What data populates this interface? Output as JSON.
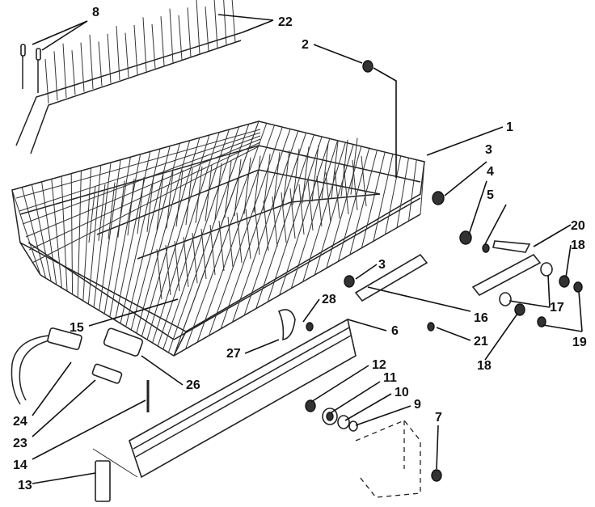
{
  "diagram": {
    "callouts": [
      {
        "id": "c1",
        "label": "1"
      },
      {
        "id": "c2",
        "label": "2"
      },
      {
        "id": "c3a",
        "label": "3"
      },
      {
        "id": "c3b",
        "label": "3"
      },
      {
        "id": "c4",
        "label": "4"
      },
      {
        "id": "c5",
        "label": "5"
      },
      {
        "id": "c6",
        "label": "6"
      },
      {
        "id": "c7",
        "label": "7"
      },
      {
        "id": "c8",
        "label": "8"
      },
      {
        "id": "c9",
        "label": "9"
      },
      {
        "id": "c10",
        "label": "10"
      },
      {
        "id": "c11",
        "label": "11"
      },
      {
        "id": "c12",
        "label": "12"
      },
      {
        "id": "c13",
        "label": "13"
      },
      {
        "id": "c14",
        "label": "14"
      },
      {
        "id": "c15",
        "label": "15"
      },
      {
        "id": "c16",
        "label": "16"
      },
      {
        "id": "c17",
        "label": "17"
      },
      {
        "id": "c18a",
        "label": "18"
      },
      {
        "id": "c18b",
        "label": "18"
      },
      {
        "id": "c19",
        "label": "19"
      },
      {
        "id": "c20",
        "label": "20"
      },
      {
        "id": "c21",
        "label": "21"
      },
      {
        "id": "c22",
        "label": "22"
      },
      {
        "id": "c23",
        "label": "23"
      },
      {
        "id": "c24",
        "label": "24"
      },
      {
        "id": "c26",
        "label": "26"
      },
      {
        "id": "c27",
        "label": "27"
      },
      {
        "id": "c28",
        "label": "28"
      }
    ]
  }
}
